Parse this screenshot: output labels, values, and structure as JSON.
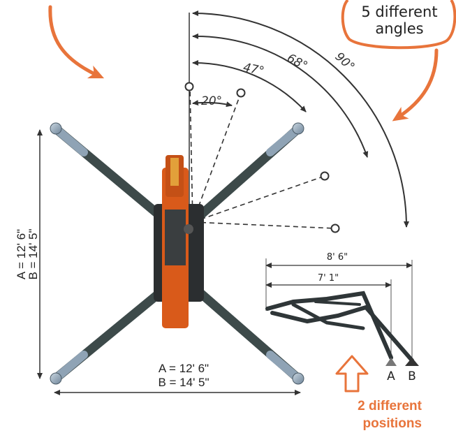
{
  "angles_callout": "5 different angles",
  "angles_callout_lines": [
    "5 different",
    "angles"
  ],
  "angle_labels": [
    "20°",
    "47°",
    "68°",
    "90°"
  ],
  "span_vertical": {
    "a": "A = 12' 6\"",
    "b": "B = 14' 5\""
  },
  "span_horizontal": {
    "a": "A = 12' 6\"",
    "b": "B = 14' 5\""
  },
  "inset": {
    "dim_outer": "8' 6\"",
    "dim_inner": "7' 1\"",
    "label_a": "A",
    "label_b": "B"
  },
  "positions_callout": [
    "2 different",
    "positions"
  ],
  "colors": {
    "accent": "#e8743b",
    "machine_orange": "#d95a1a",
    "outrigger": "#3d4a4a",
    "foot": "#8fa3b5",
    "body_dark": "#2b2e30",
    "dim_line": "#333333"
  },
  "icons": [
    "curved-arrow-icon",
    "up-arrow-icon"
  ]
}
